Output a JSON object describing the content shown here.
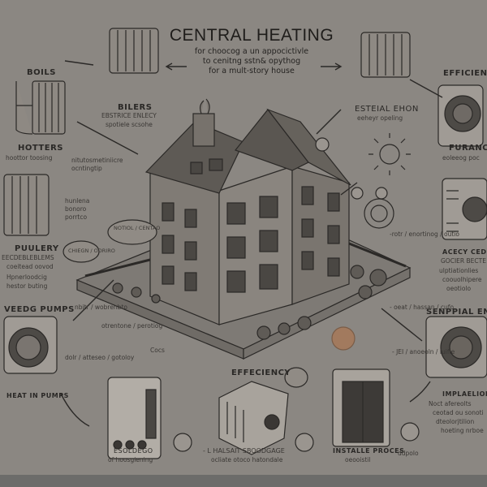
{
  "title": "CENTRAL HEATING",
  "subtitle": [
    "for choocog a un appocictivle",
    "to cenitng sstn& opythog",
    "for a mult-story house"
  ],
  "labels": {
    "boils": "BOILS",
    "bilers": {
      "heading": "BILERS",
      "lines": [
        "EBSTRICE ENLECY",
        "spotiele scsohe"
      ]
    },
    "hotters": {
      "heading": "HOTTERS",
      "lines": [
        "hoottor toosing"
      ]
    },
    "mid_left": [
      "nitutosmetiniicre",
      "ocntingtip"
    ],
    "hunlena": [
      "hunlena",
      "bonoro",
      "porrtco"
    ],
    "puulery": {
      "heading": "PUULERY",
      "lines": [
        "EECDEBLEBLEMS",
        "coeitead oovod",
        "Hpnerloodcig",
        "hestor buting"
      ]
    },
    "veedg_pumps": "VEEDG PUMPS",
    "esteial": {
      "heading": "ESTEIAL EHON",
      "lines": [
        "eeheyr opeling"
      ]
    },
    "efficiency_top": "EFFICIENCY",
    "furances": {
      "heading": "FURANCES",
      "lines": [
        "eoleeog poc"
      ]
    },
    "acecy": {
      "heading": "ACECY CEDLE",
      "lines": [
        "GOCIER BECTE",
        "ulptiationlies",
        "coouolhipere",
        "oeotiolo"
      ]
    },
    "senppial": "SENPPIAL ENCIL",
    "implaelion": {
      "heading": "IMPLAELION",
      "lines": [
        "Noct afereolts",
        "ceotad ou sonoti",
        "dteolorjtilion",
        "hoeting nrboe"
      ]
    },
    "heat_in_pumps": "HEAT IN PUMPS",
    "esoldego": {
      "heading": "ESOLDEGO",
      "lines": [
        "of hoosgiening"
      ]
    },
    "efficiency_bottom": "EFFECIENCY",
    "halsait": {
      "heading": "- L HALSAIT SBOODGAGE",
      "lines": [
        "ocliate otoco hatondale"
      ]
    },
    "installe": {
      "heading": "INSTALLE PROCES",
      "lines": [
        "oeooistil"
      ]
    },
    "bubbles": [
      "NOTIOL / CENTAO",
      "CHIEGN / ODRIRO"
    ],
    "notes": [
      "dolr / atteseo / gotoloy",
      "nbitr / wobrenbto",
      "otrentone / perotiog",
      "Cocs",
      "-rotr / enortinog / outio",
      "- oeat / hassan / cufo",
      "- JEI / anoeoln / Iuifle",
      "ddpolo"
    ]
  },
  "colors": {
    "paper": "#8b8782",
    "ink": "#2a2826",
    "accent": "#a27a5e",
    "strip": "#6c6c6a"
  }
}
